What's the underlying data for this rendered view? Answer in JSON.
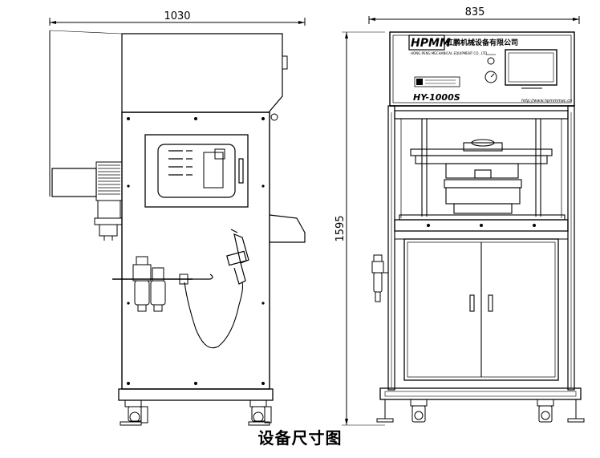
{
  "dimensions": {
    "side_width": "1030",
    "front_width": "835",
    "height": "1595"
  },
  "brand": {
    "logo": "HPMM",
    "company_cn": "红鹏机械设备有限公司",
    "company_en": "HONG PENG MECHANICAL EQUIPMENT CO., LTD",
    "model": "HY-1000S",
    "website": "http://www.hpmmmac.cn"
  },
  "caption": "设备尺寸图"
}
